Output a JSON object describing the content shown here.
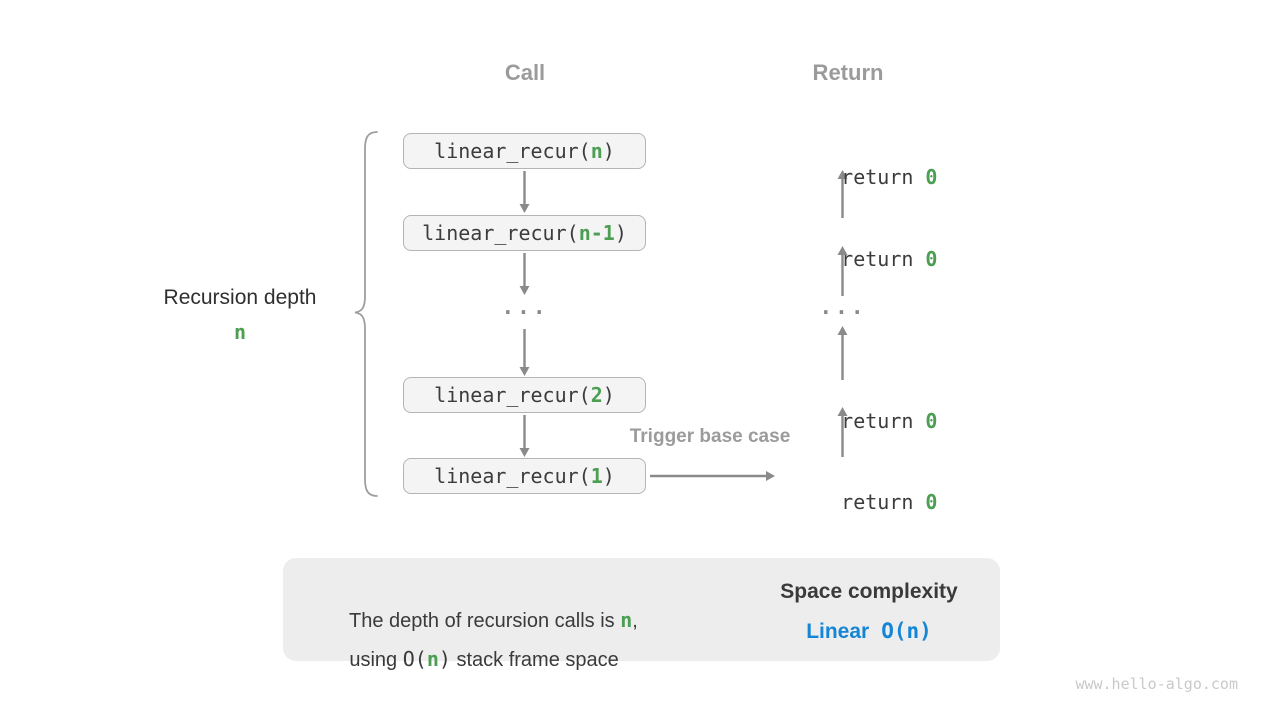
{
  "headers": {
    "call": "Call",
    "return_header": "Return"
  },
  "depth_label": {
    "title": "Recursion depth",
    "value": "n"
  },
  "call_column": {
    "boxes": [
      {
        "prefix": "linear_recur(",
        "arg": "n",
        "suffix": ")"
      },
      {
        "prefix": "linear_recur(",
        "arg": "n-1",
        "suffix": ")"
      },
      {
        "prefix": "linear_recur(",
        "arg": "2",
        "suffix": ")"
      },
      {
        "prefix": "linear_recur(",
        "arg": "1",
        "suffix": ")"
      }
    ],
    "ellipsis": "..."
  },
  "return_column": {
    "items": [
      {
        "keyword": "return",
        "value": "0"
      },
      {
        "keyword": "return",
        "value": "0"
      },
      {
        "keyword": "return",
        "value": "0"
      },
      {
        "keyword": "return",
        "value": "0"
      }
    ],
    "ellipsis": "..."
  },
  "annotations": {
    "trigger_base_case": "Trigger base case"
  },
  "summary": {
    "line1": {
      "text_before": "The depth of recursion calls is ",
      "var": "n",
      "text_after": ","
    },
    "line2": {
      "text_before": "using ",
      "code_open": "O(",
      "var": "n",
      "code_close": ")",
      "text_after": " stack frame space"
    },
    "right": {
      "title": "Space complexity",
      "value_word": "Linear",
      "value_code": "O(n)"
    }
  },
  "watermark": "www.hello-algo.com",
  "colors": {
    "green": "#4c9f52",
    "blue": "#1585d5",
    "label_gray": "#9b9b9b",
    "arrow_gray": "#8a8a8a",
    "box_fill": "#f4f4f4",
    "box_border": "#b4b4b4",
    "summary_fill": "#ededed"
  }
}
